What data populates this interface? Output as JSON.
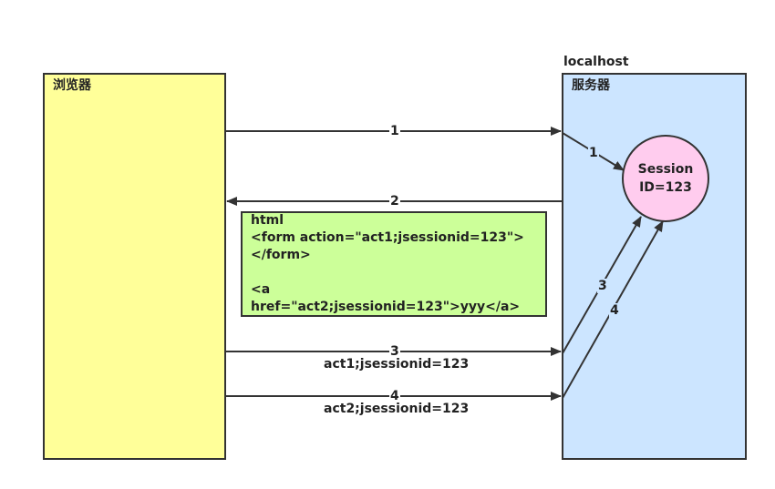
{
  "colors": {
    "browser_fill": "#ffff99",
    "server_fill": "#cce5ff",
    "code_fill": "#ccff99",
    "session_fill": "#ffccee",
    "stroke": "#333333"
  },
  "browser": {
    "label": "浏览器"
  },
  "server": {
    "host": "localhost",
    "label": "服务器"
  },
  "session": {
    "line1": "Session",
    "line2": "ID=123"
  },
  "response_html": {
    "lines": [
      "html",
      "<form action=\"act1;jsessionid=123\">",
      "</form>",
      "",
      "<a",
      "href=\"act2;jsessionid=123\">yyy</a>"
    ]
  },
  "arrows": {
    "a1": {
      "label": "1"
    },
    "a2": {
      "label": "2"
    },
    "a3": {
      "label": "3",
      "url": "act1;jsessionid=123"
    },
    "a4": {
      "label": "4",
      "url": "act2;jsessionid=123"
    },
    "s1": {
      "label": "1"
    },
    "s3": {
      "label": "3"
    },
    "s4": {
      "label": "4"
    }
  }
}
